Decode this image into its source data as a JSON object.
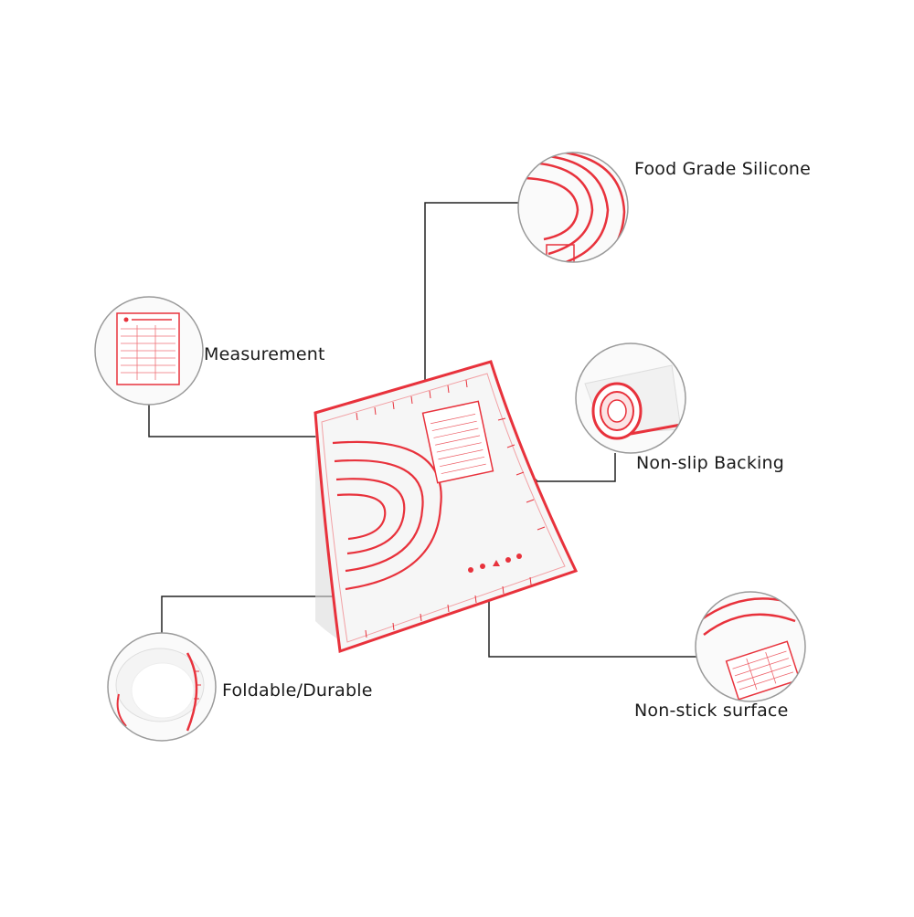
{
  "features": {
    "food_grade": {
      "label": "Food Grade Silicone"
    },
    "measurement": {
      "label": "Measurement"
    },
    "non_slip": {
      "label": "Non-slip Backing"
    },
    "foldable": {
      "label": "Foldable/Durable"
    },
    "non_stick": {
      "label": "Non-stick surface"
    }
  },
  "colors": {
    "mat_border": "#e8323c",
    "mat_fill": "#f4f4f4",
    "leader_line": "#222222",
    "circle_border": "#9a9a9a"
  }
}
